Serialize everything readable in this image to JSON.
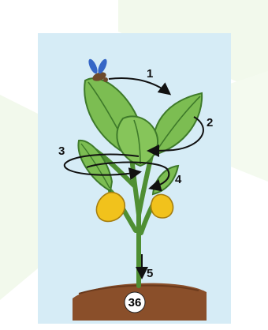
{
  "figure_number": "36",
  "steps": [
    "1",
    "2",
    "3",
    "4",
    "5"
  ],
  "colors": {
    "panel": "#d6ecf6",
    "leaf": "#7cbd52",
    "leaf_vein": "#3e7a2a",
    "flower": "#f1c21c",
    "soil": "#8a4f2a",
    "insect": "#3566c6",
    "arrow": "#111111"
  },
  "icons": [
    "insect-icon",
    "yellow-flower-icon",
    "soil-mound"
  ]
}
